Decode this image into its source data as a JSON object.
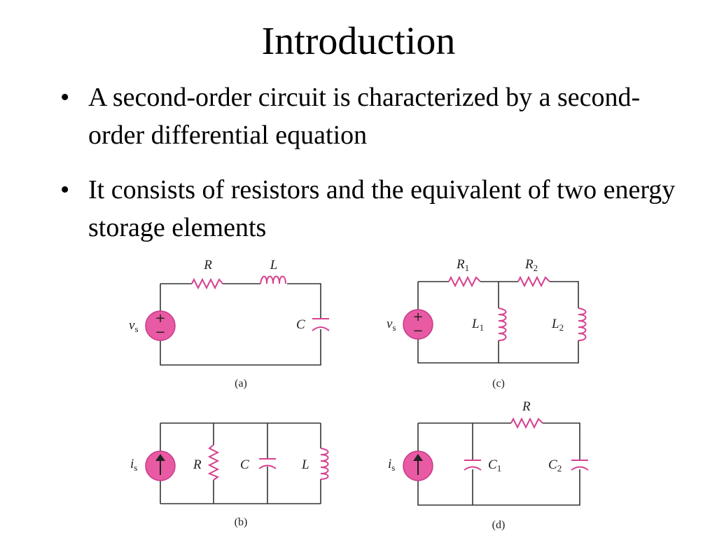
{
  "slide": {
    "title": "Introduction",
    "bullets": [
      "A second-order circuit is characterized by a second-order differential equation",
      "It consists of resistors and the equivalent of two energy storage elements"
    ],
    "bullet_glyph": "•"
  },
  "figures": [
    {
      "caption": "(a)",
      "source": {
        "sym": "v",
        "sub": "s"
      },
      "labels": [
        "R",
        "L",
        "C"
      ]
    },
    {
      "caption": "(b)",
      "source": {
        "sym": "i",
        "sub": "s"
      },
      "labels": [
        "R",
        "C",
        "L"
      ]
    },
    {
      "caption": "(c)",
      "source": {
        "sym": "v",
        "sub": "s"
      },
      "labels": [
        {
          "sym": "R",
          "sub": "1"
        },
        {
          "sym": "R",
          "sub": "2"
        },
        {
          "sym": "L",
          "sub": "1"
        },
        {
          "sym": "L",
          "sub": "2"
        }
      ]
    },
    {
      "caption": "(d)",
      "source": {
        "sym": "i",
        "sub": "s"
      },
      "labels": [
        {
          "sym": "R",
          "sub": ""
        },
        {
          "sym": "C",
          "sub": "1"
        },
        {
          "sym": "C",
          "sub": "2"
        }
      ]
    }
  ],
  "colors": {
    "component": "#d6418f",
    "source_fill": "#e85aa3",
    "wire": "#333333"
  }
}
